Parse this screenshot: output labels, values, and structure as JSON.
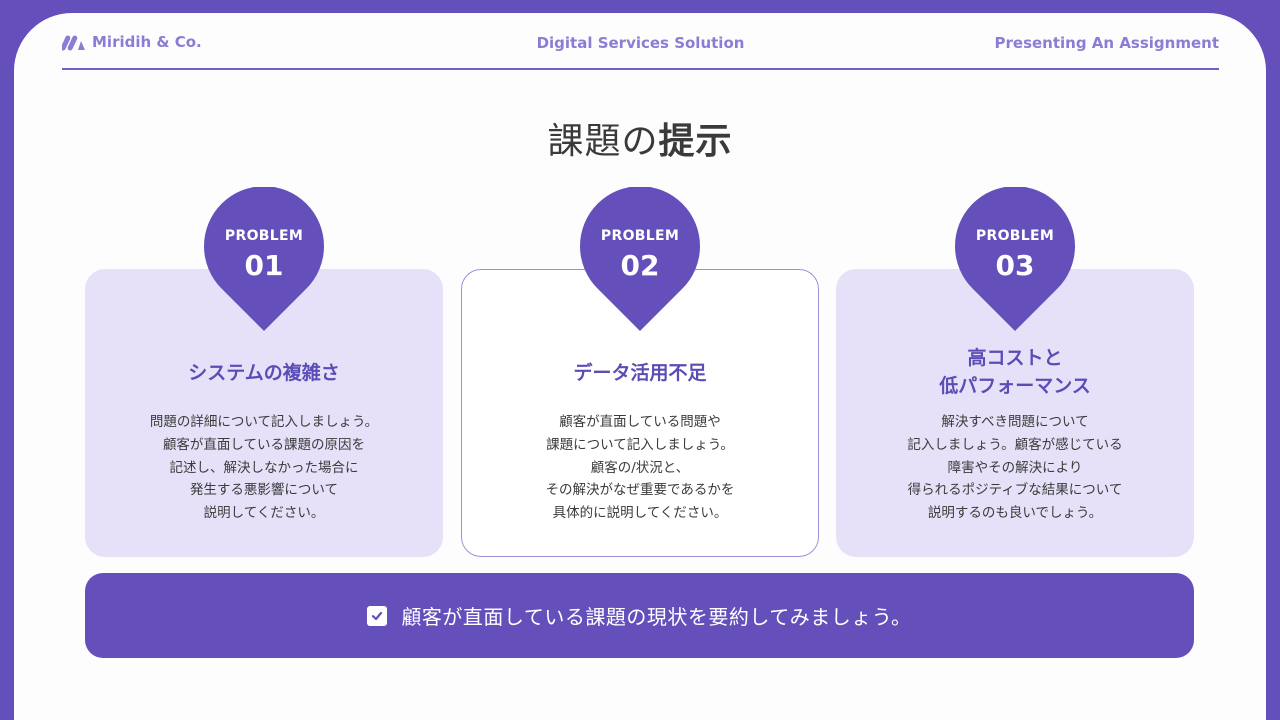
{
  "header": {
    "brand": "Miridih & Co.",
    "center": "Digital Services Solution",
    "right": "Presenting An Assignment"
  },
  "title": {
    "light": "課題の",
    "bold": "提示"
  },
  "colors": {
    "frame": "#644FBB",
    "accent_text": "#5B4DB6",
    "card_fill": "#E6E1F8",
    "card_outline": "#9C90DA",
    "header_text": "#8A7DD4"
  },
  "problems": [
    {
      "label": "PROBLEM",
      "number": "01",
      "heading_lines": [
        "システムの複雑さ"
      ],
      "body_lines": [
        "問題の詳細について記入しましょう。",
        "顧客が直面している課題の原因を",
        "記述し、解決しなかった場合に",
        "発生する悪影響について",
        "説明してください。"
      ],
      "style": "filled"
    },
    {
      "label": "PROBLEM",
      "number": "02",
      "heading_lines": [
        "データ活用不足"
      ],
      "body_lines": [
        "顧客が直面している問題や",
        "課題について記入しましょう。",
        "顧客の/状況と、",
        "その解決がなぜ重要であるかを",
        "具体的に説明してください。"
      ],
      "style": "outline"
    },
    {
      "label": "PROBLEM",
      "number": "03",
      "heading_lines": [
        "高コストと",
        "低パフォーマンス"
      ],
      "body_lines": [
        "解決すべき問題について",
        "記入しましょう。顧客が感じている",
        "障害やその解決により",
        "得られるポジティブな結果について",
        "説明するのも良いでしょう。"
      ],
      "style": "filled"
    }
  ],
  "summary": {
    "icon": "checkbox-checked-icon",
    "text": "顧客が直面している課題の現状を要約してみましょう。"
  }
}
